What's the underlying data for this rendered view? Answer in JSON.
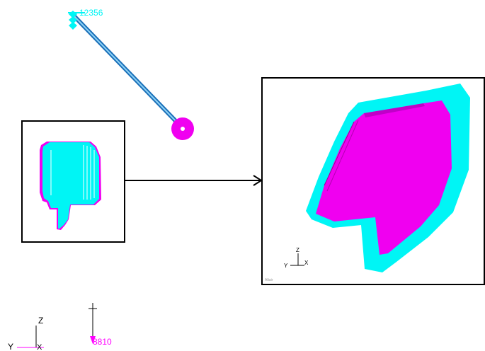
{
  "viewport": {
    "node_label_top": "12356",
    "node_label_bottom": "8810",
    "main_triad": {
      "z": "Z",
      "y": "Y",
      "x": "X"
    },
    "inset_triad": {
      "z": "Z",
      "y": "Y",
      "x": "X"
    },
    "inset_watermark": "Altair",
    "colors": {
      "cyan": "#00f5f5",
      "magenta": "#f000f0",
      "beam_blue": "#3c8fd0",
      "frame": "#000000"
    }
  }
}
